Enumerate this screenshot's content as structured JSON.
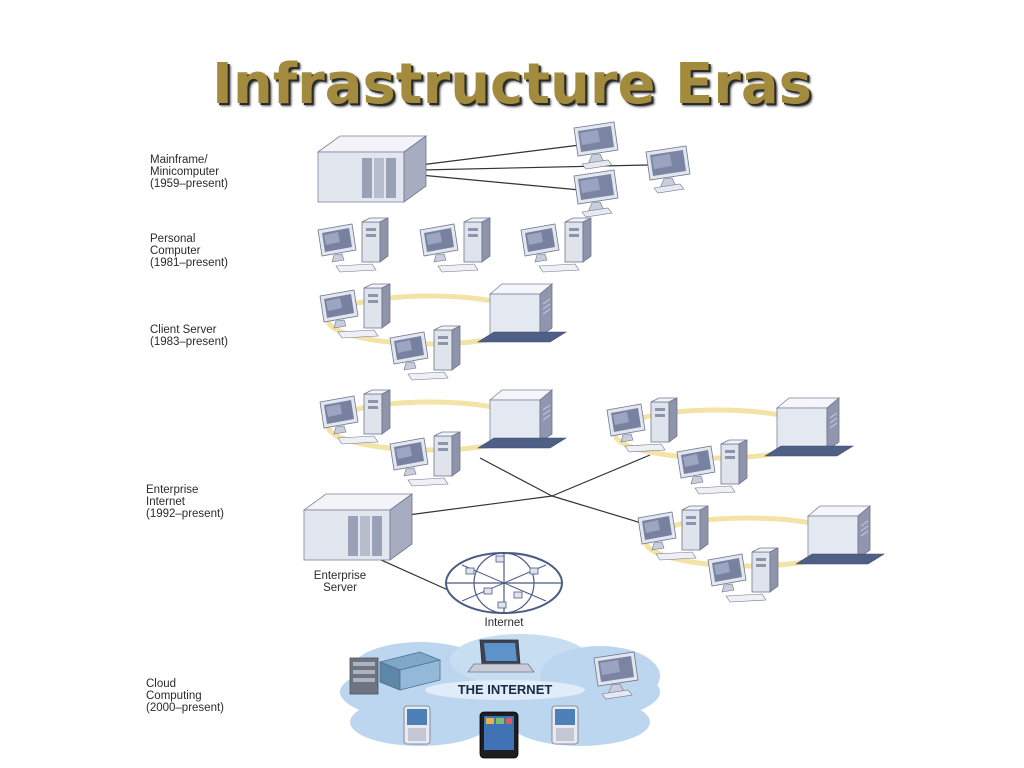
{
  "title": "Infrastructure Eras",
  "eras": [
    {
      "line1": "Mainframe/",
      "line2": "Minicomputer",
      "line3": "(1959–present)"
    },
    {
      "line1": "Personal",
      "line2": "Computer",
      "line3": "(1981–present)"
    },
    {
      "line1": "Client Server",
      "line2": "(1983–present)",
      "line3": ""
    },
    {
      "line1": "Enterprise",
      "line2": "Internet",
      "line3": "(1992–present)"
    },
    {
      "line1": "Cloud",
      "line2": "Computing",
      "line3": "(2000–present)"
    }
  ],
  "labels": {
    "enterprise_server_1": "Enterprise",
    "enterprise_server_2": "Server",
    "internet": "Internet",
    "cloud_text": "THE INTERNET"
  },
  "colors": {
    "title": "#a38b3e",
    "ring": "#f3e3a6",
    "device_front": "#e6e9f2",
    "device_side": "#8f96ad",
    "cloud": "#bcd6ef",
    "line": "#333333"
  }
}
